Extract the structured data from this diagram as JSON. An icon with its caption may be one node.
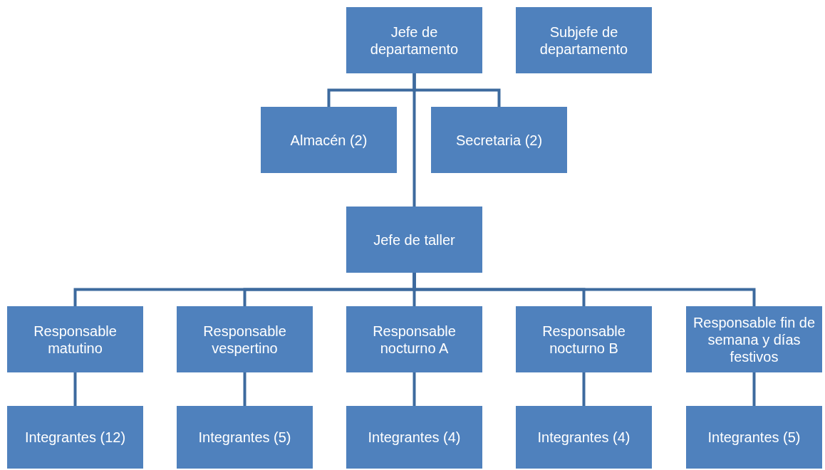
{
  "diagram": {
    "nodes": [
      {
        "text": [
          "Jefe de departamento"
        ]
      },
      {
        "text": [
          "Subjefe de departamento"
        ]
      },
      {
        "text": [
          "Almacén (2)"
        ]
      },
      {
        "text": [
          "Secretaria (2)"
        ]
      },
      {
        "text": [
          "Jefe de taller"
        ]
      },
      {
        "text": [
          "Responsable matutino"
        ]
      },
      {
        "text": [
          "Responsable vespertino"
        ]
      },
      {
        "text": [
          "Responsable nocturno A"
        ]
      },
      {
        "text": [
          "Responsable nocturno B"
        ]
      },
      {
        "text": [
          "Responsable fin de semana y días festivos"
        ]
      },
      {
        "text": [
          "Integrantes (12)"
        ]
      },
      {
        "text": [
          "Integrantes (5)"
        ]
      },
      {
        "text": [
          "Integrantes (4)"
        ]
      },
      {
        "text": [
          "Integrantes (4)"
        ]
      },
      {
        "text": [
          "Integrantes (5)"
        ]
      }
    ],
    "edges": [
      {
        "from": 0,
        "to": 2,
        "arrow": "none"
      },
      {
        "from": 0,
        "to": 3,
        "arrow": "none"
      },
      {
        "from": 0,
        "to": 4,
        "arrow": "none"
      },
      {
        "from": 4,
        "to": 5,
        "arrow": "none"
      },
      {
        "from": 4,
        "to": 6,
        "arrow": "none"
      },
      {
        "from": 4,
        "to": 7,
        "arrow": "none"
      },
      {
        "from": 4,
        "to": 8,
        "arrow": "none"
      },
      {
        "from": 4,
        "to": 9,
        "arrow": "none"
      },
      {
        "from": 5,
        "to": 10,
        "arrow": "none"
      },
      {
        "from": 6,
        "to": 11,
        "arrow": "none"
      },
      {
        "from": 7,
        "to": 12,
        "arrow": "none"
      },
      {
        "from": 8,
        "to": 13,
        "arrow": "none"
      },
      {
        "from": 9,
        "to": 14,
        "arrow": "none"
      }
    ]
  }
}
